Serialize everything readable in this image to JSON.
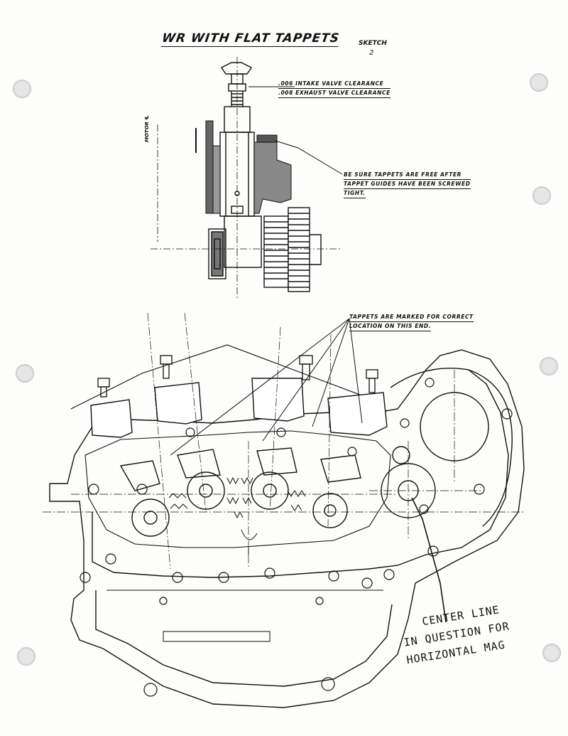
{
  "title": "WR WITH FLAT TAPPETS",
  "sketch_label": "SKETCH",
  "sketch_number": "2",
  "clearance_note": {
    "line1": ".006 INTAKE VALVE CLEARANCE",
    "line2": ".008 EXHAUST VALVE CLEARANCE"
  },
  "tappet_guide_note": {
    "line1": "BE SURE TAPPETS ARE FREE AFTER",
    "line2": "TAPPET GUIDES HAVE BEEN SCREWED",
    "line3": "TIGHT."
  },
  "location_note": {
    "line1": "TAPPETS ARE MARKED FOR CORRECT",
    "line2": "LOCATION ON THIS END."
  },
  "motor_label": "MOTOR ℄",
  "handwritten_note": {
    "line1": "CENTER LINE",
    "line2": "IN QUESTION FOR",
    "line3": "HORIZONTAL MAG"
  }
}
